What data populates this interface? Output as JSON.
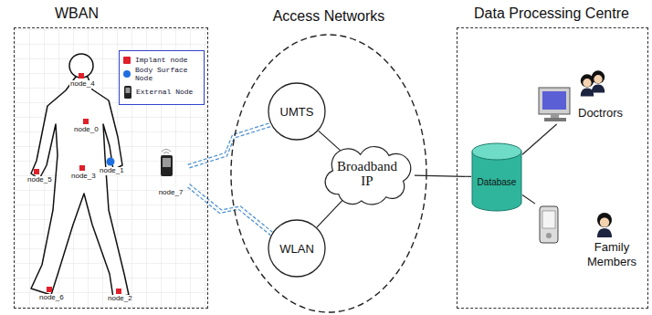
{
  "diagram": {
    "nodes": [
      {
        "text": [
          "WBAN"
        ]
      },
      {
        "text": [
          "node_7"
        ],
        "in": 0
      },
      {
        "text": [
          "Access Networks"
        ]
      },
      {
        "text": [
          "UMTS"
        ],
        "in": 2
      },
      {
        "text": [
          "Broadband IP"
        ],
        "in": 2
      },
      {
        "text": [
          "WLAN"
        ],
        "in": 2
      },
      {
        "text": [
          "Data Processing Centre"
        ]
      },
      {
        "text": [
          "Database"
        ],
        "in": 6
      },
      {
        "text": [
          "Doctrors"
        ],
        "in": 6
      },
      {
        "text": [
          "Family Members"
        ],
        "in": 6
      }
    ],
    "edges": [
      {
        "from": 1,
        "to": 3,
        "arrow": "none"
      },
      {
        "from": 1,
        "to": 5,
        "arrow": "none"
      },
      {
        "from": 3,
        "to": 4,
        "arrow": "none"
      },
      {
        "from": 5,
        "to": 4,
        "arrow": "none"
      },
      {
        "from": 4,
        "to": 7,
        "arrow": "none"
      },
      {
        "from": 7,
        "to": 8,
        "arrow": "none"
      },
      {
        "from": 7,
        "to": 9,
        "arrow": "none"
      }
    ],
    "labels": [
      "node_4",
      "node_0",
      "node_1",
      "node_5",
      "node_3",
      "node_6",
      "node_2"
    ],
    "legend": [
      {
        "text": "Implant node",
        "color": "#e0202a"
      },
      {
        "text": "Body Surface Node",
        "color": "#1f6fe0"
      },
      {
        "text": "External Node"
      }
    ]
  }
}
